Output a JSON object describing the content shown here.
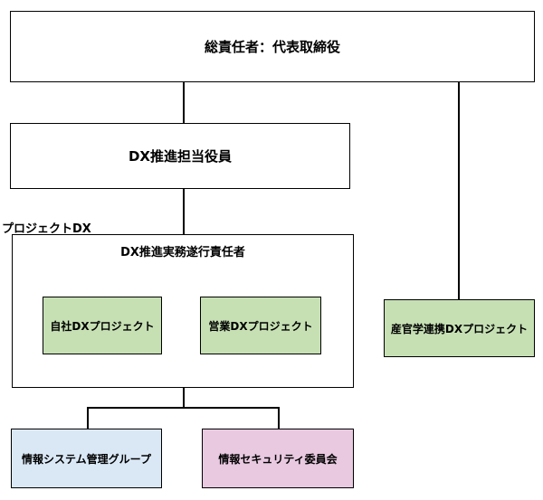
{
  "nodes": {
    "ceo": "総責任者：代表取締役",
    "officer": "DX推進担当役員",
    "project_label": "プロジェクトDX",
    "project_title": "DX推進実務遂行責任者",
    "self_dx": "自社DXプロジェクト",
    "sales_dx": "営業DXプロジェクト",
    "industry_dx": "産官学連携DXプロジェクト",
    "it_group": "情報システム管理グループ",
    "sec_committee": "情報セキュリティ委員会"
  },
  "colors": {
    "green_fill": "#c6e0b4",
    "blue_fill": "#dae8f6",
    "pink_fill": "#e8c9e0"
  }
}
